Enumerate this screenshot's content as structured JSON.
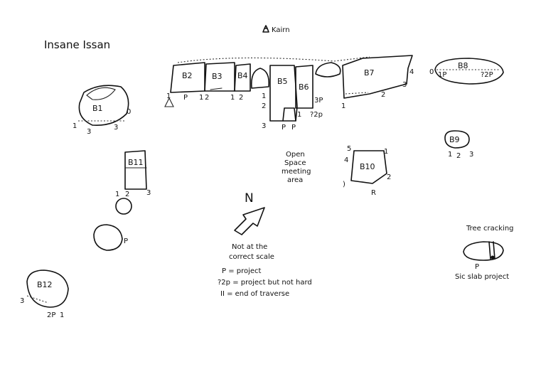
{
  "title": "Insane Issan",
  "kairn": "Kairn",
  "north": "N",
  "open_space": [
    "Open",
    "Space",
    "meeting",
    "area"
  ],
  "scale_note": [
    "Not at the",
    "correct scale"
  ],
  "legend": [
    "P = project",
    "?2p = project but not hard",
    "II = end of traverse"
  ],
  "tree": {
    "title": "Tree cracking",
    "label": "Sic slab project",
    "mark": "P"
  },
  "boulders": {
    "b1": "B1",
    "b2": "B2",
    "b3": "B3",
    "b4": "B4",
    "b5": "B5",
    "b6": "B6",
    "b7": "B7",
    "b8": "B8",
    "b9": "B9",
    "b10": "B10",
    "b11": "B11",
    "b12": "B12"
  },
  "marks": {
    "b1": [
      "1",
      "3",
      "3",
      "0"
    ],
    "b2": [
      "1",
      "P",
      "1",
      "2"
    ],
    "b4": [
      "1",
      "2"
    ],
    "b5": [
      "1",
      "2",
      "3",
      "P",
      "P",
      "1"
    ],
    "b6": [
      "3P",
      "?2p"
    ],
    "b7": [
      "1",
      "2",
      "3",
      "4"
    ],
    "b8": [
      "0",
      "1P",
      "?2P"
    ],
    "b9": [
      "1",
      "2",
      "3"
    ],
    "b10": [
      "5",
      "4",
      "1",
      "2",
      ")",
      "R"
    ],
    "b11": [
      "1",
      "2",
      "3"
    ],
    "small_p": "P",
    "b12": [
      "3",
      "2P",
      "1"
    ]
  }
}
